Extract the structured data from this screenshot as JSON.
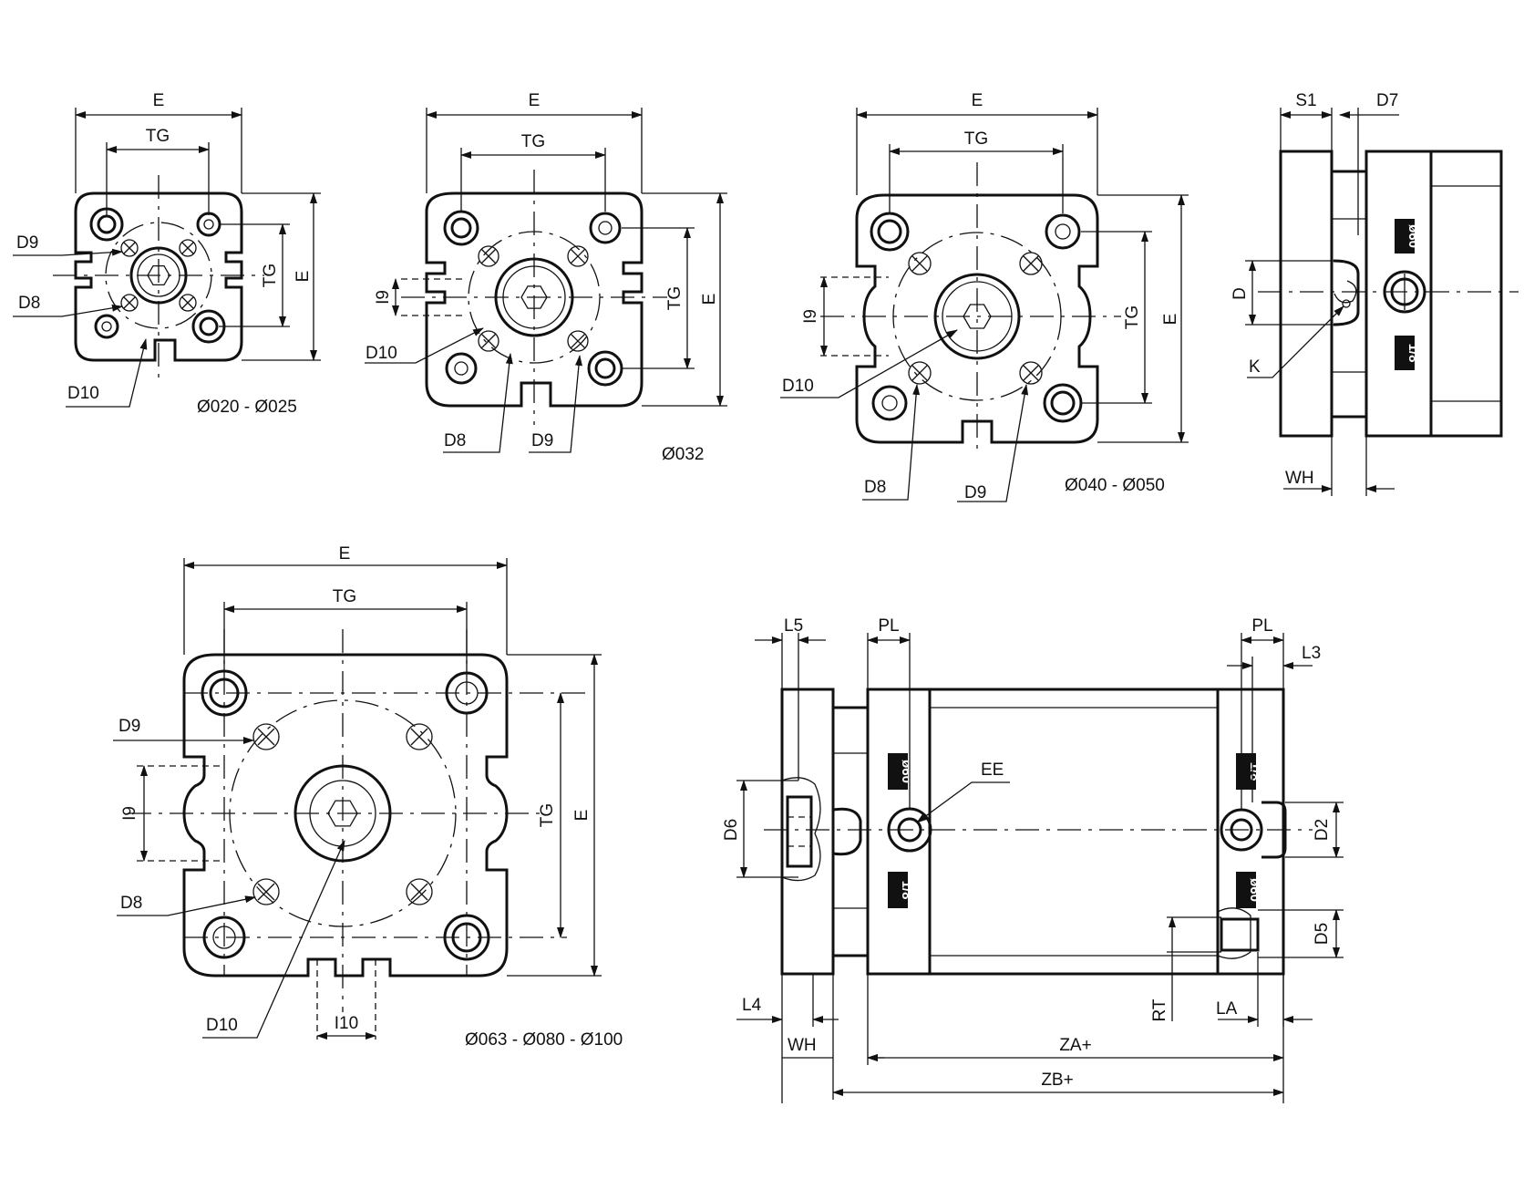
{
  "labels": {
    "E": "E",
    "TG": "TG",
    "D8": "D8",
    "D9": "D9",
    "D10": "D10",
    "I9": "I9",
    "I10": "I10",
    "S1": "S1",
    "D7": "D7",
    "D": "D",
    "K": "K",
    "WH": "WH",
    "L5": "L5",
    "PL": "PL",
    "L3": "L3",
    "EE": "EE",
    "D6": "D6",
    "D2": "D2",
    "D5": "D5",
    "L4": "L4",
    "RT": "RT",
    "LA": "LA",
    "ZA": "ZA+",
    "ZB": "ZB+"
  },
  "sizes": {
    "s1": "Ø020 - Ø025",
    "s2": "Ø032",
    "s3": "Ø040 - Ø050",
    "s4": "Ø063 - Ø080 - Ø100"
  },
  "port_badges": {
    "top": "ø60",
    "bottom": "1/8"
  }
}
